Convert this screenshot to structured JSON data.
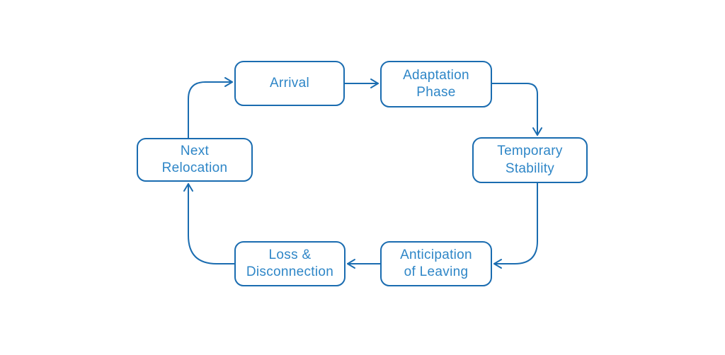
{
  "diagram": {
    "type": "cycle-flow",
    "title": "",
    "colors": {
      "background": "#ffffff",
      "stroke": "#1a6cb0",
      "node_border": "#1a6cb0",
      "node_fill": "#ffffff",
      "text": "#2e86c7"
    },
    "nodes": [
      {
        "id": "arrival",
        "label": "Arrival"
      },
      {
        "id": "adaptation-phase",
        "label": "Adaptation\nPhase"
      },
      {
        "id": "temporary-stability",
        "label": "Temporary\nStability"
      },
      {
        "id": "anticipation-of-leaving",
        "label": "Anticipation\nof Leaving"
      },
      {
        "id": "loss-and-disconnection",
        "label": "Loss &\nDisconnection"
      },
      {
        "id": "next-relocation",
        "label": "Next\nRelocation"
      }
    ],
    "edges": [
      {
        "from": "Arrival",
        "to": "Adaptation Phase"
      },
      {
        "from": "Adaptation Phase",
        "to": "Temporary Stability"
      },
      {
        "from": "Temporary Stability",
        "to": "Anticipation of Leaving"
      },
      {
        "from": "Anticipation of Leaving",
        "to": "Loss & Disconnection"
      },
      {
        "from": "Loss & Disconnection",
        "to": "Next Relocation"
      },
      {
        "from": "Next Relocation",
        "to": "Arrival"
      }
    ]
  }
}
